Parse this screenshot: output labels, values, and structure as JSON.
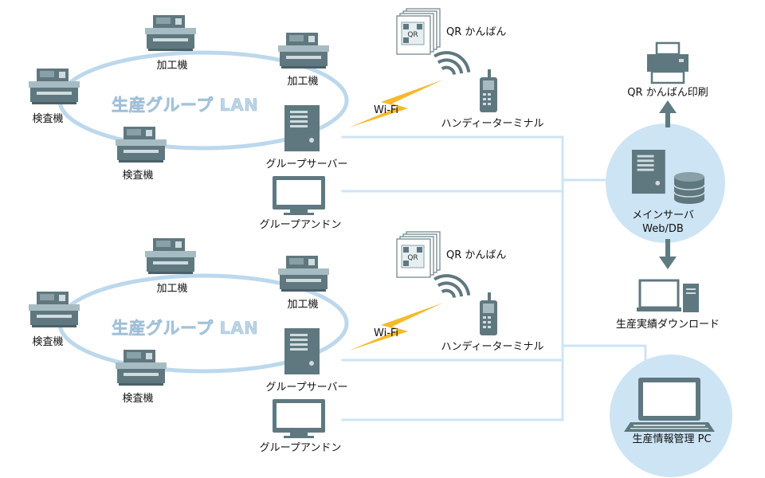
{
  "colors": {
    "link": "#cde4f4",
    "ring": "#bcd8ec",
    "device": "#5f7880",
    "device_light": "#a7bcc2",
    "circle": "#cde4f4",
    "arrow": "#607a82",
    "bolt": "#f5b92a"
  },
  "group_top": {
    "lan_title": "生産グループ LAN",
    "machine_labels": [
      "加工機",
      "加工機",
      "検査機",
      "検査機"
    ],
    "server_label": "グループサーバー",
    "andon_label": "グループアンドン",
    "qr_label": "QR かんばん",
    "wifi_label": "Wi-Fi",
    "handy_label": "ハンディーターミナル",
    "qr_mark": "QR"
  },
  "group_bottom": {
    "lan_title": "生産グループ LAN",
    "machine_labels": [
      "加工機",
      "加工機",
      "検査機",
      "検査機"
    ],
    "server_label": "グループサーバー",
    "andon_label": "グループアンドン",
    "qr_label": "QR かんばん",
    "wifi_label": "Wi-Fi",
    "handy_label": "ハンディーターミナル",
    "qr_mark": "QR"
  },
  "main_server": {
    "label_line1": "メインサーバ",
    "label_line2": "Web/DB"
  },
  "qr_print_label": "QR かんばん印刷",
  "download_label": "生産実績ダウンロード",
  "pc_label": "生産情報管理 PC"
}
